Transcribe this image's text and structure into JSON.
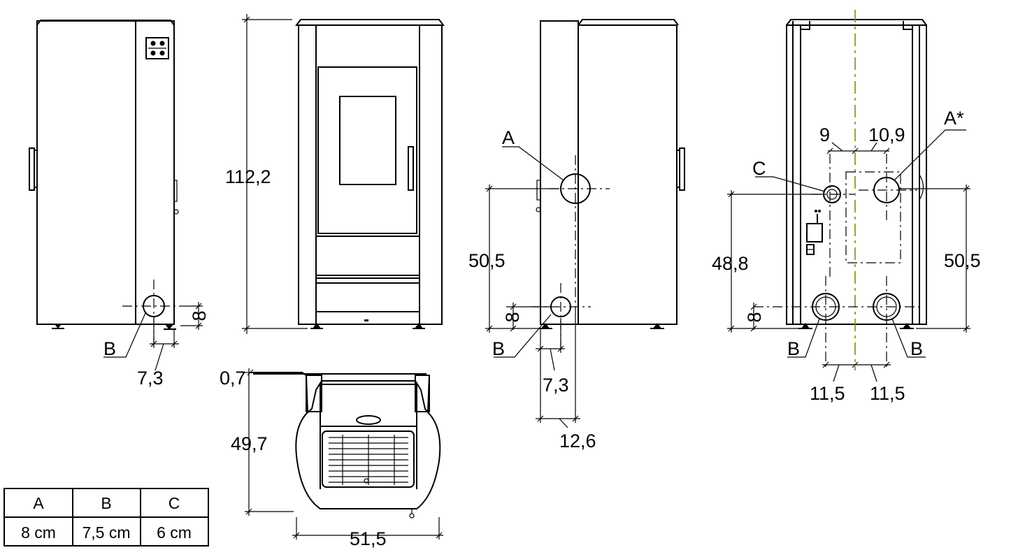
{
  "views": {
    "side_left": {
      "label_b": "B",
      "dim_height_b": "8",
      "dim_offset_b": "7,3"
    },
    "front": {
      "dim_total_height": "112,2"
    },
    "side_right": {
      "label_a": "A",
      "label_b": "B",
      "dim_height_a": "50,5",
      "dim_height_b": "8",
      "dim_offset_b": "7,3",
      "dim_offset_a": "12,6"
    },
    "back": {
      "label_c": "C",
      "label_a_star": "A*",
      "label_b_left": "B",
      "label_b_right": "B",
      "dim_9": "9",
      "dim_10_9": "10,9",
      "dim_48_8": "48,8",
      "dim_50_5": "50,5",
      "dim_8": "8",
      "dim_11_5_left": "11,5",
      "dim_11_5_right": "11,5"
    },
    "top": {
      "dim_0_7": "0,7",
      "dim_49_7": "49,7",
      "dim_51_5": "51,5"
    }
  },
  "connection_table": {
    "headers": [
      "A",
      "B",
      "C"
    ],
    "values": [
      "8 cm",
      "7,5 cm",
      "6 cm"
    ]
  },
  "colors": {
    "lines": "#000000",
    "center_axis": "#8a8a00"
  }
}
